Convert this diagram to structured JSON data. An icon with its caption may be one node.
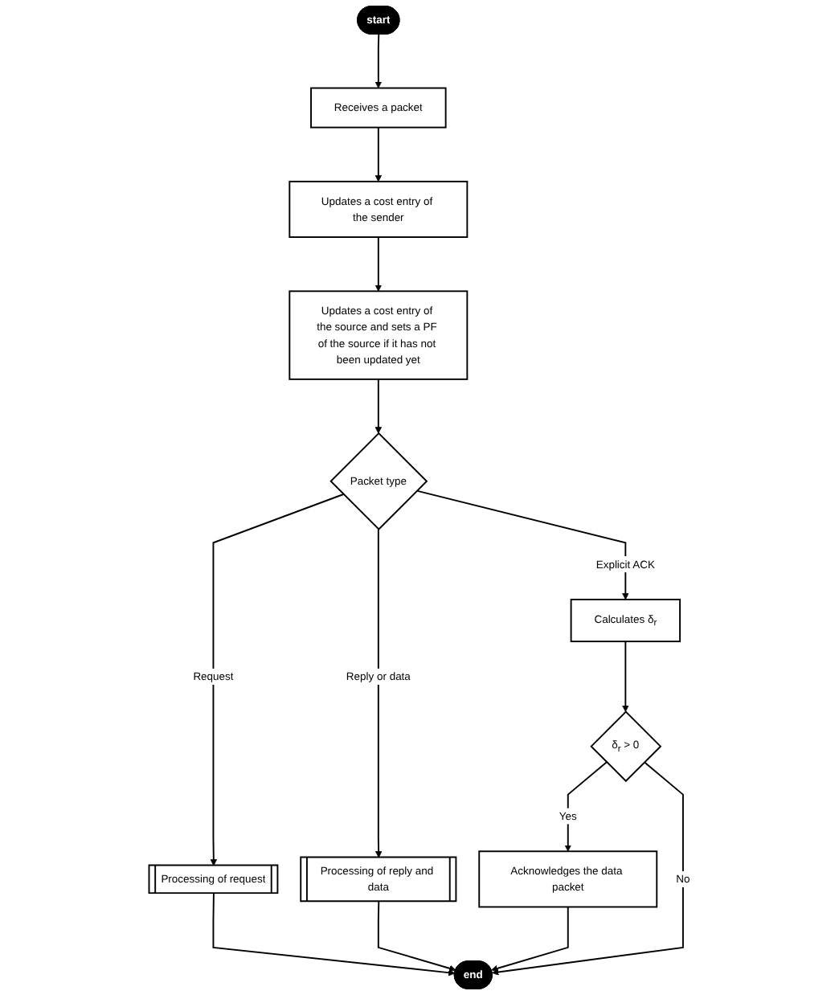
{
  "diagram": {
    "nodes": [
      {
        "text": [
          "start"
        ]
      },
      {
        "text": [
          "Receives a packet"
        ]
      },
      {
        "text": [
          "Updates a cost entry of the sender"
        ]
      },
      {
        "text": [
          "Updates a cost entry of the source and sets a PF of the source if it has not been updated yet"
        ]
      },
      {
        "text": [
          "Packet type"
        ]
      },
      {
        "text": [
          "Processing of request"
        ]
      },
      {
        "text": [
          "Processing of reply and data"
        ]
      },
      {
        "text": [
          "Calculates δ$_{r}$"
        ]
      },
      {
        "text": [
          "δ$_{r}$ > 0"
        ]
      },
      {
        "text": [
          "Acknowledges the data packet"
        ]
      },
      {
        "text": [
          "end"
        ]
      }
    ],
    "edges": [
      {
        "from": 0,
        "to": 1,
        "arrow": "to"
      },
      {
        "from": 1,
        "to": 2,
        "arrow": "to"
      },
      {
        "from": 2,
        "to": 3,
        "arrow": "to"
      },
      {
        "from": 3,
        "to": 4,
        "arrow": "to"
      },
      {
        "from": 4,
        "to": 5,
        "arrow": "to",
        "label": "Request"
      },
      {
        "from": 4,
        "to": 6,
        "arrow": "to",
        "label": "Reply or data"
      },
      {
        "from": 4,
        "to": 7,
        "arrow": "to",
        "label": "Explicit ACK"
      },
      {
        "from": 7,
        "to": 8,
        "arrow": "to"
      },
      {
        "from": 8,
        "to": 9,
        "arrow": "to",
        "label": "Yes"
      },
      {
        "from": 8,
        "to": 10,
        "arrow": "to",
        "label": "No"
      },
      {
        "from": 5,
        "to": 10,
        "arrow": "to"
      },
      {
        "from": 6,
        "to": 10,
        "arrow": "to"
      },
      {
        "from": 9,
        "to": 10,
        "arrow": "to"
      }
    ]
  }
}
